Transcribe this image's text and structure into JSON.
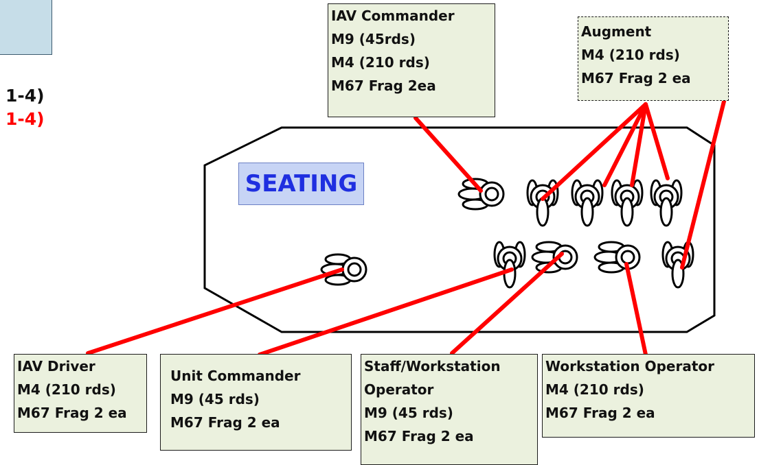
{
  "side_labels": [
    {
      "text": "1-4)",
      "color": "#111111"
    },
    {
      "text": "1-4)",
      "color": "#ff0000"
    }
  ],
  "center_label": "SEATING",
  "colors": {
    "box_fill": "#ebf1de",
    "leader_line": "#ff0000",
    "seating_fill": "#c7d4f5",
    "seating_text": "#1f2fe0",
    "corner_box_fill": "#c6dde8"
  },
  "boxes": {
    "iav_commander": [
      "IAV Commander",
      "M9 (45rds)",
      "M4 (210 rds)",
      "M67 Frag 2ea"
    ],
    "augment": [
      "Augment",
      "M4 (210 rds)",
      "M67 Frag 2 ea"
    ],
    "iav_driver": [
      "IAV Driver",
      "M4 (210 rds)",
      "M67 Frag 2 ea"
    ],
    "unit_commander": [
      "Unit Commander",
      "M9 (45 rds)",
      "M67 Frag 2 ea"
    ],
    "staff_workstation": [
      "Staff/Workstation",
      "Operator",
      "M9 (45 rds)",
      "M67 Frag 2 ea"
    ],
    "workstation_operator": [
      "Workstation Operator",
      "M4 (210 rds)",
      "M67 Frag 2 ea"
    ]
  }
}
